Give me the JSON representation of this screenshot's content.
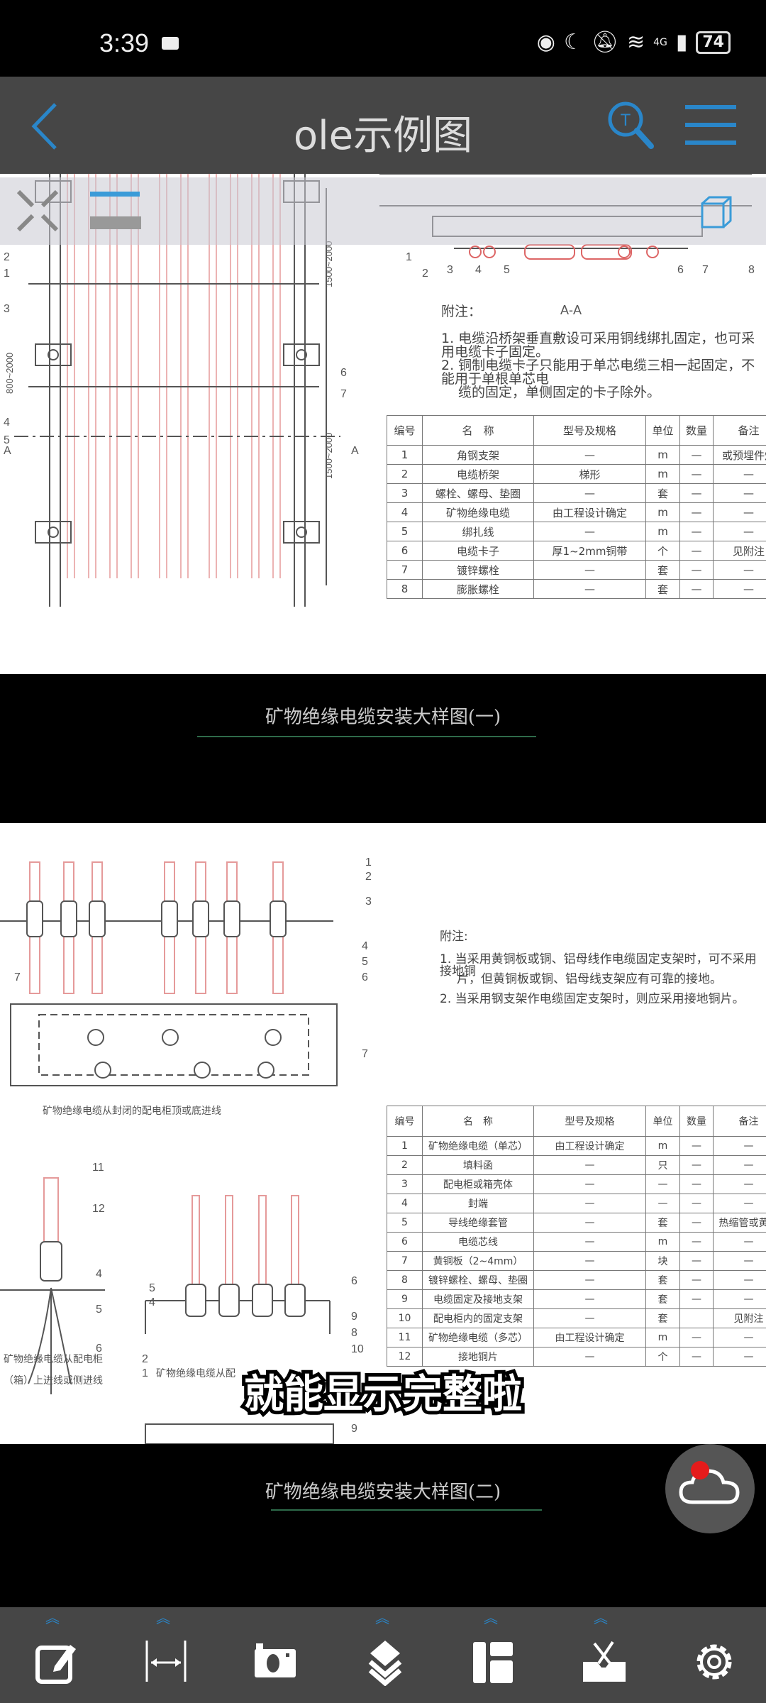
{
  "status": {
    "time": "3:39",
    "network": "4G",
    "battery": "74"
  },
  "header": {
    "title": "ole示例图"
  },
  "page1": {
    "labels_left": [
      "1",
      "2",
      "3",
      "4",
      "5",
      "6",
      "7",
      "A",
      "A",
      "1500~2000",
      "800~2000",
      "1500~2000"
    ],
    "labels_right": [
      "1",
      "2",
      "3",
      "4",
      "5",
      "6",
      "7",
      "8"
    ],
    "section": "A-A",
    "notes": [
      "附注：",
      "1. 电缆沿桥架垂直敷设可采用铜线绑扎固定，也可采用电缆卡子固定。",
      "2. 铜制电缆卡子只能用于单芯电缆三相一起固定，不能用于单根单芯电",
      "缆的固定，单侧固定的卡子除外。"
    ],
    "table": {
      "headers": [
        "编号",
        "名　称",
        "型号及规格",
        "单位",
        "数量",
        "备注"
      ],
      "rows": [
        [
          "1",
          "角钢支架",
          "—",
          "m",
          "—",
          "或预埋件焊"
        ],
        [
          "2",
          "电缆桥架",
          "梯形",
          "m",
          "—",
          "—"
        ],
        [
          "3",
          "螺栓、螺母、垫圈",
          "—",
          "套",
          "—",
          "—"
        ],
        [
          "4",
          "矿物绝缘电缆",
          "由工程设计确定",
          "m",
          "—",
          "—"
        ],
        [
          "5",
          "绑扎线",
          "—",
          "m",
          "—",
          "—"
        ],
        [
          "6",
          "电缆卡子",
          "厚1~2mm铜带",
          "个",
          "—",
          "见附注"
        ],
        [
          "7",
          "镀锌螺栓",
          "—",
          "套",
          "—",
          "—"
        ],
        [
          "8",
          "膨胀螺栓",
          "—",
          "套",
          "—",
          "—"
        ]
      ]
    }
  },
  "caption1": "矿物绝缘电缆安装大样图(一)",
  "page2": {
    "labels_top": [
      "1",
      "2",
      "3",
      "4",
      "5",
      "6",
      "7",
      "7"
    ],
    "caption_top": "矿物绝缘电缆从封闭的配电柜顶或底进线",
    "labels_bl": [
      "11",
      "12",
      "4",
      "5",
      "6"
    ],
    "caption_bl": [
      "矿物绝缘电缆从配电柜",
      "（箱）上进线或侧进线"
    ],
    "labels_bm": [
      "5",
      "4",
      "2",
      "1",
      "6",
      "9",
      "8",
      "10",
      "9"
    ],
    "caption_bm": "矿物绝缘电缆从配",
    "notes": [
      "附注:",
      "1. 当采用黄铜板或铜、铝母线作电缆固定支架时，可不采用接地铜",
      "片，但黄铜板或铜、铝母线支架应有可靠的接地。",
      "2. 当采用钢支架作电缆固定支架时，则应采用接地铜片。"
    ],
    "table": {
      "headers": [
        "编号",
        "名　称",
        "型号及规格",
        "单位",
        "数量",
        "备注"
      ],
      "rows": [
        [
          "1",
          "矿物绝缘电缆（单芯）",
          "由工程设计确定",
          "m",
          "—",
          "—"
        ],
        [
          "2",
          "填料函",
          "—",
          "只",
          "—",
          "—"
        ],
        [
          "3",
          "配电柜或箱壳体",
          "—",
          "—",
          "—",
          "—"
        ],
        [
          "4",
          "封端",
          "—",
          "—",
          "—",
          "—"
        ],
        [
          "5",
          "导线绝缘套管",
          "—",
          "套",
          "—",
          "热缩管或黄腊"
        ],
        [
          "6",
          "电缆芯线",
          "—",
          "m",
          "—",
          "—"
        ],
        [
          "7",
          "黄铜板（2~4mm）",
          "—",
          "块",
          "—",
          "—"
        ],
        [
          "8",
          "镀锌螺栓、螺母、垫圈",
          "—",
          "套",
          "—",
          "—"
        ],
        [
          "9",
          "电缆固定及接地支架",
          "—",
          "套",
          "—",
          "—"
        ],
        [
          "10",
          "配电柜内的固定支架",
          "—",
          "套",
          "",
          "见附注"
        ],
        [
          "11",
          "矿物绝缘电缆（多芯）",
          "由工程设计确定",
          "m",
          "—",
          "—"
        ],
        [
          "12",
          "接地铜片",
          "—",
          "个",
          "—",
          "—"
        ]
      ]
    }
  },
  "caption2": "矿物绝缘电缆安装大样图(二)",
  "subtitle": "就能显示完整啦",
  "toolbar": [
    "edit-icon",
    "measure-icon",
    "camera-icon",
    "layers-icon",
    "layout-icon",
    "toolbox-icon",
    "settings-icon"
  ],
  "colors": {
    "accent": "#2a86c9",
    "header": "#464646",
    "cable": "#e59a9a"
  }
}
